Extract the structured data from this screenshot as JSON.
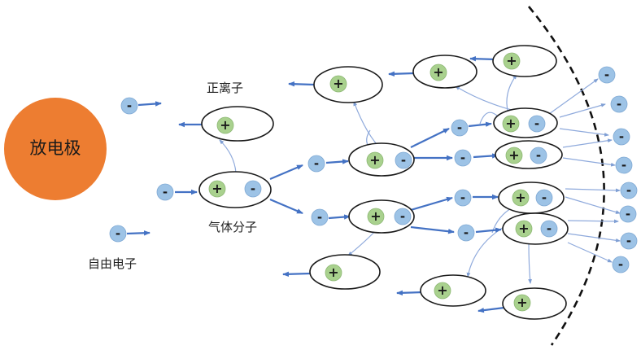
{
  "labels": {
    "electrode": "放电极",
    "positive_ion": "正离子",
    "gas_molecule": "气体分子",
    "free_electron": "自由电子"
  },
  "symbols": {
    "positive": "+",
    "negative": "-"
  },
  "colors": {
    "electrode": "#ED7D31",
    "positive_charge": "#A9D18E",
    "negative_charge": "#9DC3E6",
    "arrow": "#4472C4",
    "molecule_outline": "#1a1a1a",
    "boundary": "#111111"
  }
}
